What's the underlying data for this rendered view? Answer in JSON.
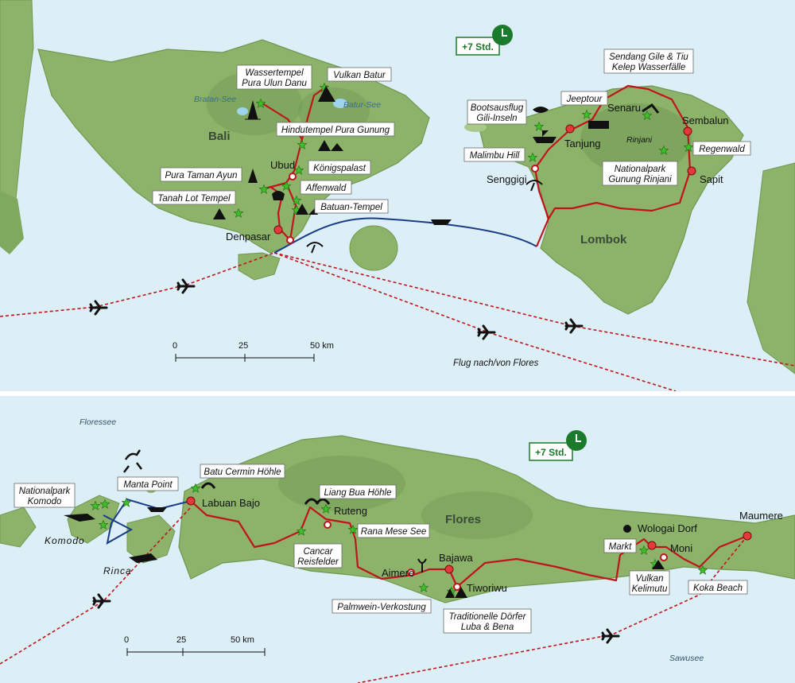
{
  "top_map": {
    "islands": {
      "bali": "Bali",
      "lombok": "Lombok"
    },
    "lakes": {
      "bratan": "Bratan-See",
      "batur": "Batur-See"
    },
    "places": {
      "denpasar": "Denpasar",
      "ubud": "Ubud",
      "senggigi": "Senggigi",
      "tanjung": "Tanjung",
      "senaru": "Senaru",
      "sembalun": "Sembalun",
      "sapit": "Sapit"
    },
    "pois": {
      "wassertempel": [
        "Wassertempel",
        "Pura Ulun Danu"
      ],
      "vulkan_batur": [
        "Vulkan Batur"
      ],
      "hindutempel": [
        "Hindutempel Pura Gunung"
      ],
      "koenigspalast": [
        "Königspalast"
      ],
      "pura_taman": [
        "Pura Taman Ayun"
      ],
      "affenwald": [
        "Affenwald"
      ],
      "tanah_lot": [
        "Tanah Lot Tempel"
      ],
      "batuan": [
        "Batuan-Tempel"
      ],
      "bootsausflug": [
        "Bootsausflug",
        "Gili-Inseln"
      ],
      "malimbu": [
        "Malimbu Hill"
      ],
      "jeeptour": [
        "Jeeptour"
      ],
      "sendang": [
        "Sendang Gile & Tiu",
        "Kelep Wasserfälle"
      ],
      "regenwald": [
        "Regenwald"
      ],
      "nationalpark_rinjani": [
        "Nationalpark",
        "Gunung Rinjani"
      ]
    },
    "rinjani_label": "Rinjani",
    "timezone": "+7 Std.",
    "flight_label": "Flug nach/von Flores",
    "scale": {
      "t0": "0",
      "t1": "25",
      "t2": "50 km"
    }
  },
  "bottom_map": {
    "islands": {
      "flores": "Flores",
      "komodo": "Komodo",
      "rinca": "Rinca"
    },
    "seas": {
      "floressee": "Floressee",
      "sawusee": "Sawusee"
    },
    "places": {
      "labuan_bajo": "Labuan Bajo",
      "ruteng": "Ruteng",
      "bajawa": "Bajawa",
      "aimere": "Aimere",
      "tiworiwu": "Tiworiwu",
      "wologai": "Wologai Dorf",
      "moni": "Moni",
      "maumere": "Maumere"
    },
    "pois": {
      "np_komodo": [
        "Nationalpark",
        "Komodo"
      ],
      "manta": [
        "Manta Point"
      ],
      "batu_cermin": [
        "Batu Cermin Höhle"
      ],
      "liang_bua": [
        "Liang Bua Höhle"
      ],
      "rana_mese": [
        "Rana Mese See"
      ],
      "cancar": [
        "Cancar",
        "Reisfelder"
      ],
      "palmwein": [
        "Palmwein-Verkostung"
      ],
      "doerfer": [
        "Traditionelle Dörfer",
        "Luba & Bena"
      ],
      "markt": [
        "Markt"
      ],
      "kelimutu": [
        "Vulkan",
        "Kelimutu"
      ],
      "koka": [
        "Koka Beach"
      ]
    },
    "timezone": "+7 Std.",
    "scale": {
      "t0": "0",
      "t1": "25",
      "t2": "50 km"
    }
  },
  "colors": {
    "sea": "#dceef6",
    "land": "#8db36a",
    "land_dark": "#6f9852",
    "route": "#c0141c",
    "boat": "#1a3c86",
    "flight": "#c0141c",
    "star": "#3fbf2a",
    "timezone_green": "#1c7a2c"
  },
  "icons": [
    "airplane-icon",
    "ship-icon",
    "star-icon",
    "clock-icon",
    "temple-icon",
    "monkey-icon",
    "jeep-icon",
    "turtle-icon",
    "umbrella-icon",
    "waterfall-icon",
    "dragon-icon",
    "manta-icon",
    "cave-icon",
    "volcano-icon",
    "wine-glass-icon",
    "fruit-icon"
  ]
}
